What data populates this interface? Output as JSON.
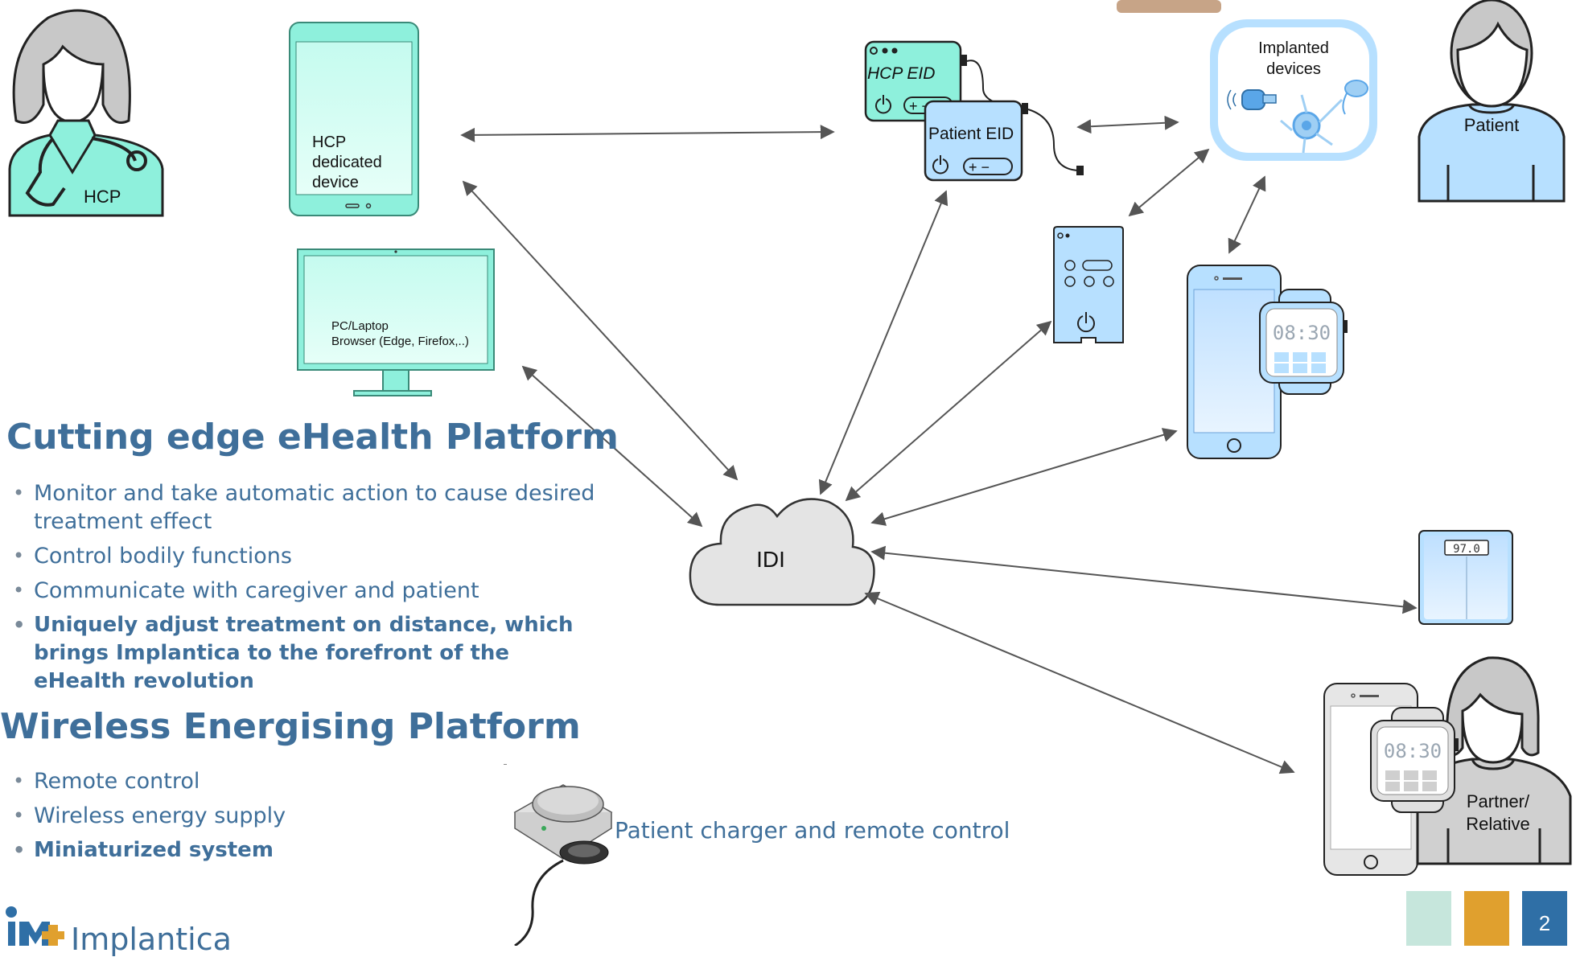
{
  "hcp": {
    "label": "HCP"
  },
  "patient": {
    "label": "Patient"
  },
  "partner": {
    "line1": "Partner/",
    "line2": "Relative"
  },
  "hcp_device": {
    "line1": "HCP",
    "line2": "dedicated",
    "line3": "device"
  },
  "pc": {
    "line1": "PC/Laptop",
    "line2": "Browser (Edge, Firefox,..)"
  },
  "hcp_eid": {
    "label": "HCP EID"
  },
  "patient_eid": {
    "label": "Patient EID"
  },
  "implanted": {
    "line1": "Implanted",
    "line2": "devices"
  },
  "watch": {
    "time": "08:30"
  },
  "scale": {
    "reading": "97.0"
  },
  "cloud": {
    "label": "IDI"
  },
  "section1": {
    "title": "Cutting edge eHealth Platform",
    "bullets": [
      "Monitor and take automatic action to cause desired treatment effect",
      "Control bodily functions",
      "Communicate with caregiver and patient",
      "Uniquely adjust treatment on distance, which brings Implantica to the forefront of the eHealth revolution"
    ]
  },
  "section2": {
    "title": "Wireless Energising Platform",
    "bullets": [
      "Remote control",
      "Wireless energy supply",
      "Miniaturized system"
    ]
  },
  "charger": {
    "label": "Patient charger and remote control"
  },
  "footer": {
    "logo_text": "Implantica",
    "page_number": "2",
    "colors": {
      "teal": "#c6e6dc",
      "orange": "#e0a02e",
      "blue": "#2f6fa6"
    }
  },
  "colors": {
    "hcp_mint": "#8ef0dc",
    "patient_blue": "#b7e0ff",
    "text_blue": "#3f6f9a"
  }
}
